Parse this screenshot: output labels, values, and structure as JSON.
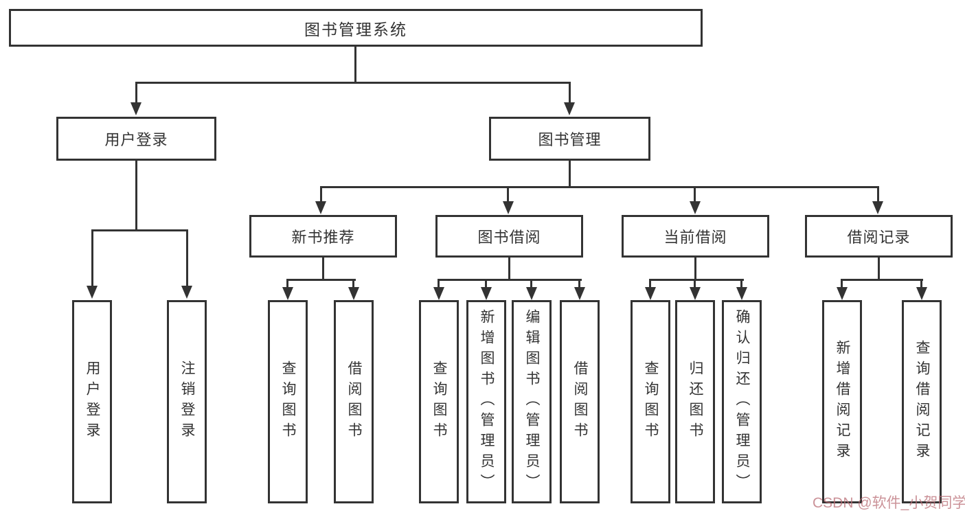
{
  "diagram": {
    "root": {
      "label": "图书管理系统"
    },
    "level2": [
      {
        "label": "用户登录"
      },
      {
        "label": "图书管理"
      }
    ],
    "level3": [
      {
        "label": "新书推荐"
      },
      {
        "label": "图书借阅"
      },
      {
        "label": "当前借阅"
      },
      {
        "label": "借阅记录"
      }
    ],
    "leaves": {
      "user_login": [
        {
          "label": "用户登录"
        },
        {
          "label": "注销登录"
        }
      ],
      "new_book": [
        {
          "label": "查询图书"
        },
        {
          "label": "借阅图书"
        }
      ],
      "book_borrow": [
        {
          "label": "查询图书"
        },
        {
          "label": "新增图书（管理员）"
        },
        {
          "label": "编辑图书（管理员）"
        },
        {
          "label": "借阅图书"
        }
      ],
      "current_borrow": [
        {
          "label": "查询图书"
        },
        {
          "label": "归还图书"
        },
        {
          "label": "确认归还（管理员）"
        }
      ],
      "borrow_record": [
        {
          "label": "新增借阅记录"
        },
        {
          "label": "查询借阅记录"
        }
      ]
    }
  },
  "watermark": {
    "text": "CSDN @软件_小贺同学"
  },
  "colors": {
    "line": "#333333",
    "box_background": "#ffffff",
    "canvas_background": "#ffffff",
    "watermark_text": "#ba6e76"
  }
}
